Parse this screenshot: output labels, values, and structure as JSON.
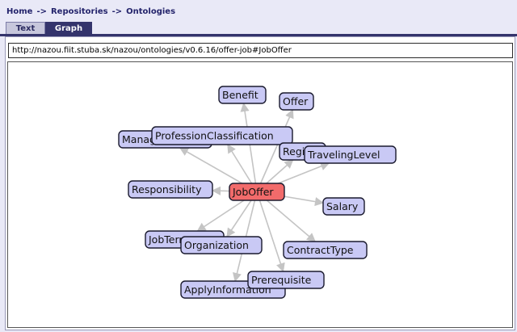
{
  "breadcrumb": {
    "items": [
      "Home",
      "Repositories",
      "Ontologies"
    ],
    "separator": "->"
  },
  "tabs": [
    {
      "label": "Text",
      "active": false
    },
    {
      "label": "Graph",
      "active": true
    }
  ],
  "url_field": {
    "value": "http://nazou.fiit.stuba.sk/nazou/ontologies/v0.6.16/offer-job#JobOffer"
  },
  "graph": {
    "center": {
      "label": "JobOffer",
      "color": "#f26b6b"
    },
    "node_color": "#c9c9f5",
    "edge_color": "#c4c4c4",
    "nodes": [
      {
        "label": "Benefit"
      },
      {
        "label": "Offer"
      },
      {
        "label": "Manager"
      },
      {
        "label": "ProfessionClassification"
      },
      {
        "label": "Region"
      },
      {
        "label": "TravelingLevel"
      },
      {
        "label": "Responsibility"
      },
      {
        "label": "Salary"
      },
      {
        "label": "JobTerm"
      },
      {
        "label": "Organization"
      },
      {
        "label": "ContractType"
      },
      {
        "label": "Prerequisite"
      },
      {
        "label": "ApplyInformation"
      }
    ]
  }
}
